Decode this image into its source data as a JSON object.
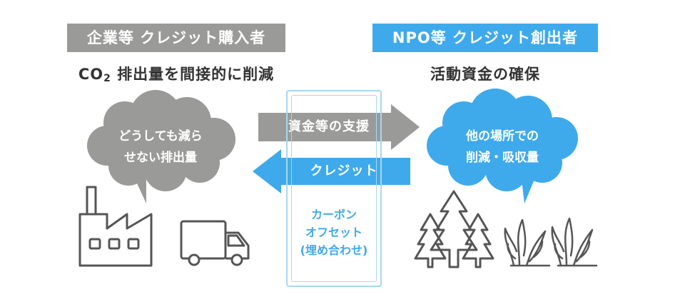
{
  "left": {
    "tag": "企業等 クレジット購入者",
    "subtitle_prefix": "CO",
    "subtitle_sub": "2",
    "subtitle_rest": " 排出量を間接的に削減",
    "cloud_line1": "どうしても減ら",
    "cloud_line2": "せない排出量"
  },
  "right": {
    "tag": "NPO等 クレジット創出者",
    "subtitle": "活動資金の確保",
    "cloud_line1": "他の場所での",
    "cloud_line2": "削減・吸収量"
  },
  "arrows": {
    "to_right": "資金等の支援",
    "to_left": "クレジット"
  },
  "center": {
    "line1": "カーボン",
    "line2": "オフセット",
    "line3": "(埋め合わせ)"
  },
  "colors": {
    "gray": "#9a9a99",
    "blue": "#3eaaeb",
    "light_blue": "#a7d8f0",
    "icon_stroke": "#555555"
  },
  "icons": [
    "factory-icon",
    "truck-icon",
    "tree-icon",
    "seaweed-icon"
  ]
}
